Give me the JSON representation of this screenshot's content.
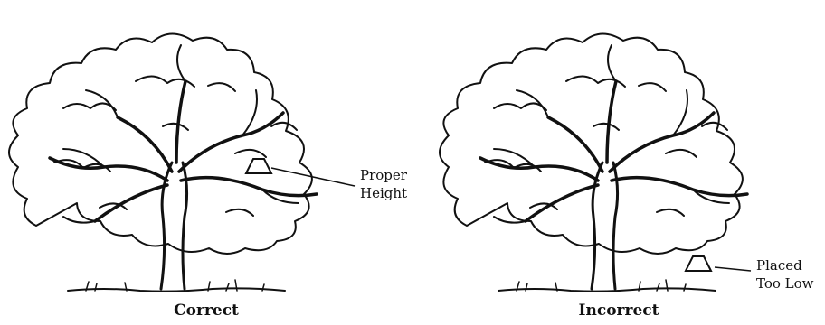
{
  "panels": [
    {
      "caption": "Correct",
      "callout": "Proper\nHeight"
    },
    {
      "caption": "Incorrect",
      "callout": "Placed\nToo Low"
    }
  ]
}
